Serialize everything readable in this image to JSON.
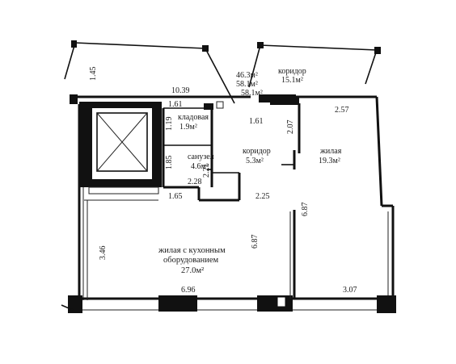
{
  "totals": {
    "area_1": "46.3м²",
    "area_2": "58.1м²",
    "area_3": "58.1м²"
  },
  "rooms": {
    "corridor_top": {
      "name": "коридор",
      "area": "15.1м²"
    },
    "storage": {
      "name": "кладовая",
      "area": "1.9м²"
    },
    "bathroom": {
      "name": "санузел",
      "area": "4.6м²"
    },
    "corridor": {
      "name": "коридор",
      "area": "5.3м²"
    },
    "bedroom": {
      "name": "жилая",
      "area": "19.3м²"
    },
    "living_kitchen": {
      "name_line1": "жилая с кухонным",
      "name_line2": "оборудованием",
      "area": "27.0м²"
    }
  },
  "dimensions": {
    "d_1_45": "1.45",
    "d_10_39": "10.39",
    "d_1_61_a": "1.61",
    "d_1_61_b": "1.61",
    "d_1_19": "1.19",
    "d_1_85": "1.85",
    "d_2_21": "2.21",
    "d_2_28": "2.28",
    "d_1_65": "1.65",
    "d_2_25": "2.25",
    "d_2_07": "2.07",
    "d_2_57": "2.57",
    "d_6_87_a": "6.87",
    "d_6_87_b": "6.87",
    "d_3_46": "3.46",
    "d_6_96": "6.96",
    "d_3_07": "3.07"
  }
}
